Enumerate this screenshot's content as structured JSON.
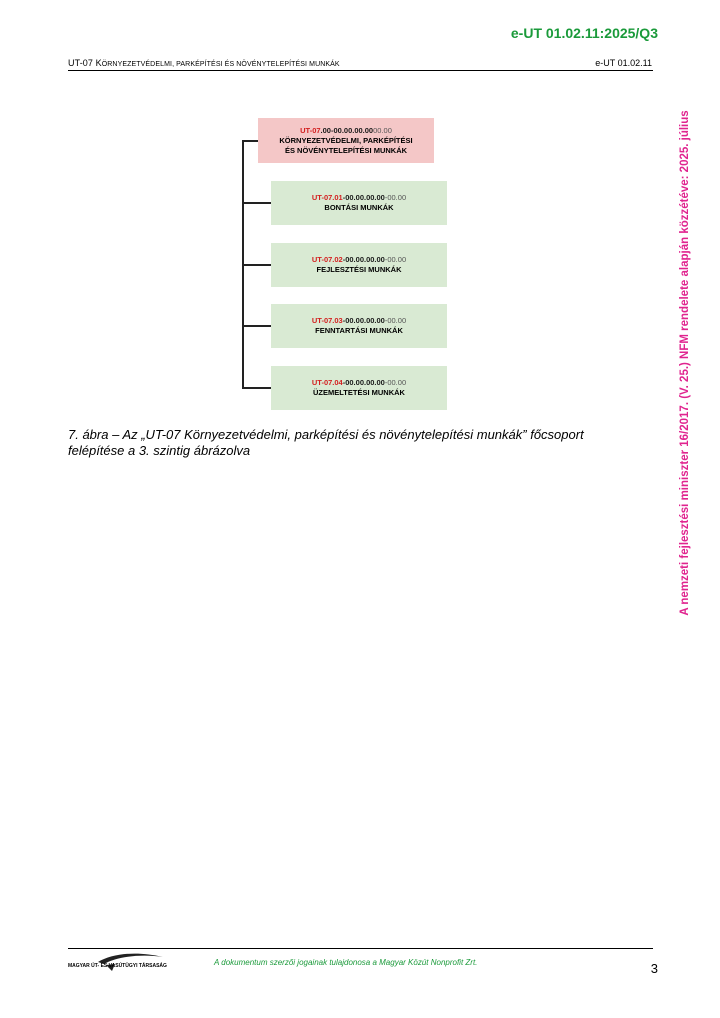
{
  "header": {
    "doc_code": "e-UT 01.02.11:2025/Q3",
    "title_first": "UT-07 K",
    "title_rest": "ÖRNYEZETVÉDELMI, PARKÉPÍTÉSI ÉS NÖVÉNYTELEPÍTÉSI MUNKÁK",
    "right_code": "e-UT 01.02.11"
  },
  "side_note": "A nemzeti fejlesztési miniszter 16/2017. (V. 25.) NFM rendelete alapján közzétéve: 2025. július",
  "tree": {
    "root": {
      "code_red": "UT-07",
      "code_dark": ".00-00.00.00.00",
      "code_light": "00.00",
      "line1": "KÖRNYEZETVÉDELMI, PARKÉPÍTÉSI",
      "line2": "ÉS NÖVÉNYTELEPÍTÉSI MUNKÁK"
    },
    "children": [
      {
        "code_red": "UT-07.01",
        "code_dark": "-00.00.00.00",
        "code_light": "-00.00",
        "label": "BONTÁSI MUNKÁK"
      },
      {
        "code_red": "UT-07.02",
        "code_dark": "-00.00.00.00",
        "code_light": "-00.00",
        "label": "FEJLESZTÉSI MUNKÁK"
      },
      {
        "code_red": "UT-07.03",
        "code_dark": "-00.00.00.00",
        "code_light": "-00.00",
        "label": "FENNTARTÁSI MUNKÁK"
      },
      {
        "code_red": "UT-07.04",
        "code_dark": "-00.00.00.00",
        "code_light": "-00.00",
        "label": "ÜZEMELTETÉSI MUNKÁK"
      }
    ]
  },
  "caption": "7. ábra – Az „UT-07 Környezetvédelmi, parképítési és növénytelepítési munkák” főcsoport felépítése a 3. szintig ábrázolva",
  "footer": {
    "logo_text": "MAGYAR ÚT- ÉS VASÚTÜGYI TÁRSASÁG",
    "copyright": "A dokumentum szerzői jogainak tulajdonosa a Magyar Közút Nonprofit Zrt.",
    "page_number": "3"
  },
  "colors": {
    "accent_green": "#1a9a3a",
    "side_magenta": "#e0248f",
    "code_red": "#d32020",
    "root_fill": "#f4c7c7",
    "child_fill": "#d9ead3"
  }
}
